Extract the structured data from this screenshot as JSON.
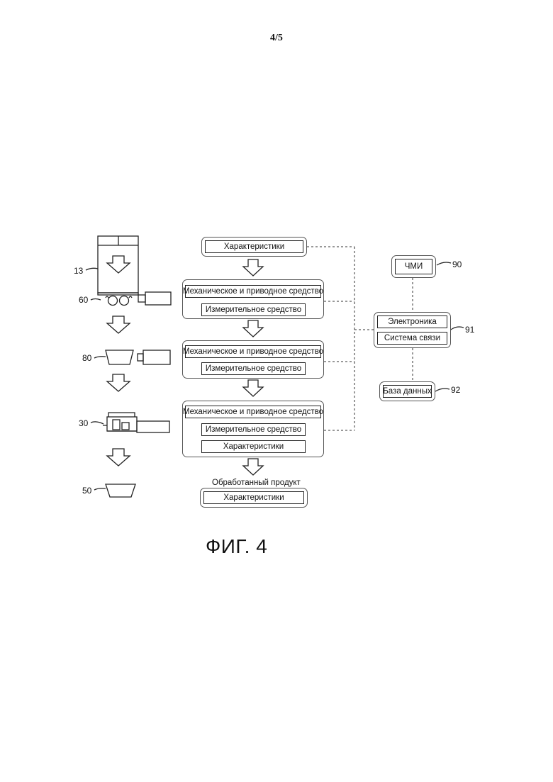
{
  "page_number": "4/5",
  "figure_caption": "ФИГ. 4",
  "process_column": {
    "top_box": "Характеристики",
    "stage1": {
      "mechanical": "Механическое и приводное средство",
      "measuring": "Измерительное средство"
    },
    "stage2": {
      "mechanical": "Механическое и приводное средство",
      "measuring": "Измерительное средство"
    },
    "stage3": {
      "mechanical": "Механическое и приводное средство",
      "measuring": "Измерительное средство",
      "characteristics": "Характеристики"
    },
    "output_label": "Обработанный продукт",
    "output_characteristics": "Характеристики"
  },
  "right_column": {
    "hmi": "ЧМИ",
    "electronics": "Электроника",
    "communication": "Система связи",
    "database": "База данных"
  },
  "reference_numerals": {
    "hmi": "90",
    "electronics_unit": "91",
    "database": "92",
    "machine": "13",
    "stage_60": "60",
    "stage_80": "80",
    "stage_30": "30",
    "stage_50": "50"
  }
}
